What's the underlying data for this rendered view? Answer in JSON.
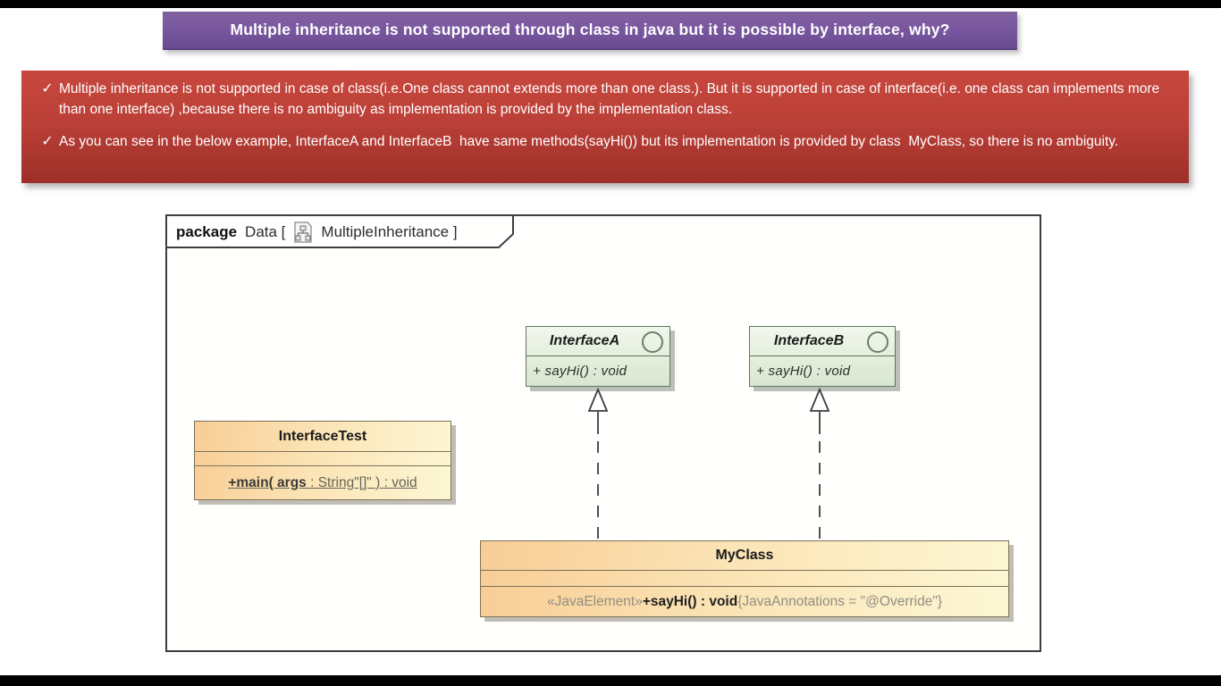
{
  "colors": {
    "banner_purple_top": "#82619f",
    "banner_purple_bottom": "#6a4b91",
    "notes_red_top": "#c7473e",
    "notes_red_bottom": "#9c2f28",
    "interface_fill": "#e9f2e2",
    "interface_border": "#5f745f",
    "class_fill_left": "#f8cd95",
    "class_fill_right": "#fdf7d4",
    "frame_border": "#3d3d3d"
  },
  "title_banner": {
    "text": "Multiple inheritance is not supported through class in java but it is possible by interface, why?"
  },
  "notes_panel": {
    "bullet_icon": "✓",
    "bullets": [
      "Multiple inheritance is not supported in case of class(i.e.One class cannot extends more than one class.). But it is supported in case of interface(i.e. one class can implements more than one interface) ,because there is no ambiguity as implementation is provided by the implementation class.",
      "As you can see in the below example, InterfaceA and InterfaceB  have same methods(sayHi()) but its implementation is provided by class  MyClass, so there is no ambiguity."
    ]
  },
  "diagram": {
    "package_keyword": "package",
    "package_context": "Data [",
    "diagram_name": "MultipleInheritance ]",
    "interfaces": [
      {
        "name": "InterfaceA",
        "operation": "+ sayHi()  : void"
      },
      {
        "name": "InterfaceB",
        "operation": "+ sayHi()  : void"
      }
    ],
    "test_class": {
      "name": "InterfaceTest",
      "op_name": "+main( args",
      "op_rest": " : String\"[]\" ) : void"
    },
    "impl_class": {
      "name": "MyClass",
      "stereotype": "«JavaElement»",
      "operation": "+sayHi() : void",
      "annotation": "{JavaAnnotations = \"@Override\"}"
    }
  }
}
